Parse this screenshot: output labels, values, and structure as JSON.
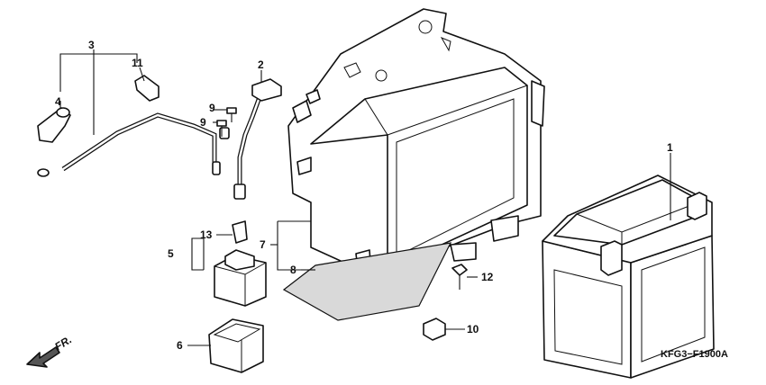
{
  "diagram": {
    "code": "KFG3−F1900A",
    "direction_label": "FR.",
    "callouts": {
      "c1": "1",
      "c2": "2",
      "c3": "3",
      "c4": "4",
      "c5": "5",
      "c6": "6",
      "c7": "7",
      "c8": "8",
      "c9a": "9",
      "c9b": "9",
      "c10": "10",
      "c11": "11",
      "c12": "12",
      "c13": "13"
    }
  }
}
